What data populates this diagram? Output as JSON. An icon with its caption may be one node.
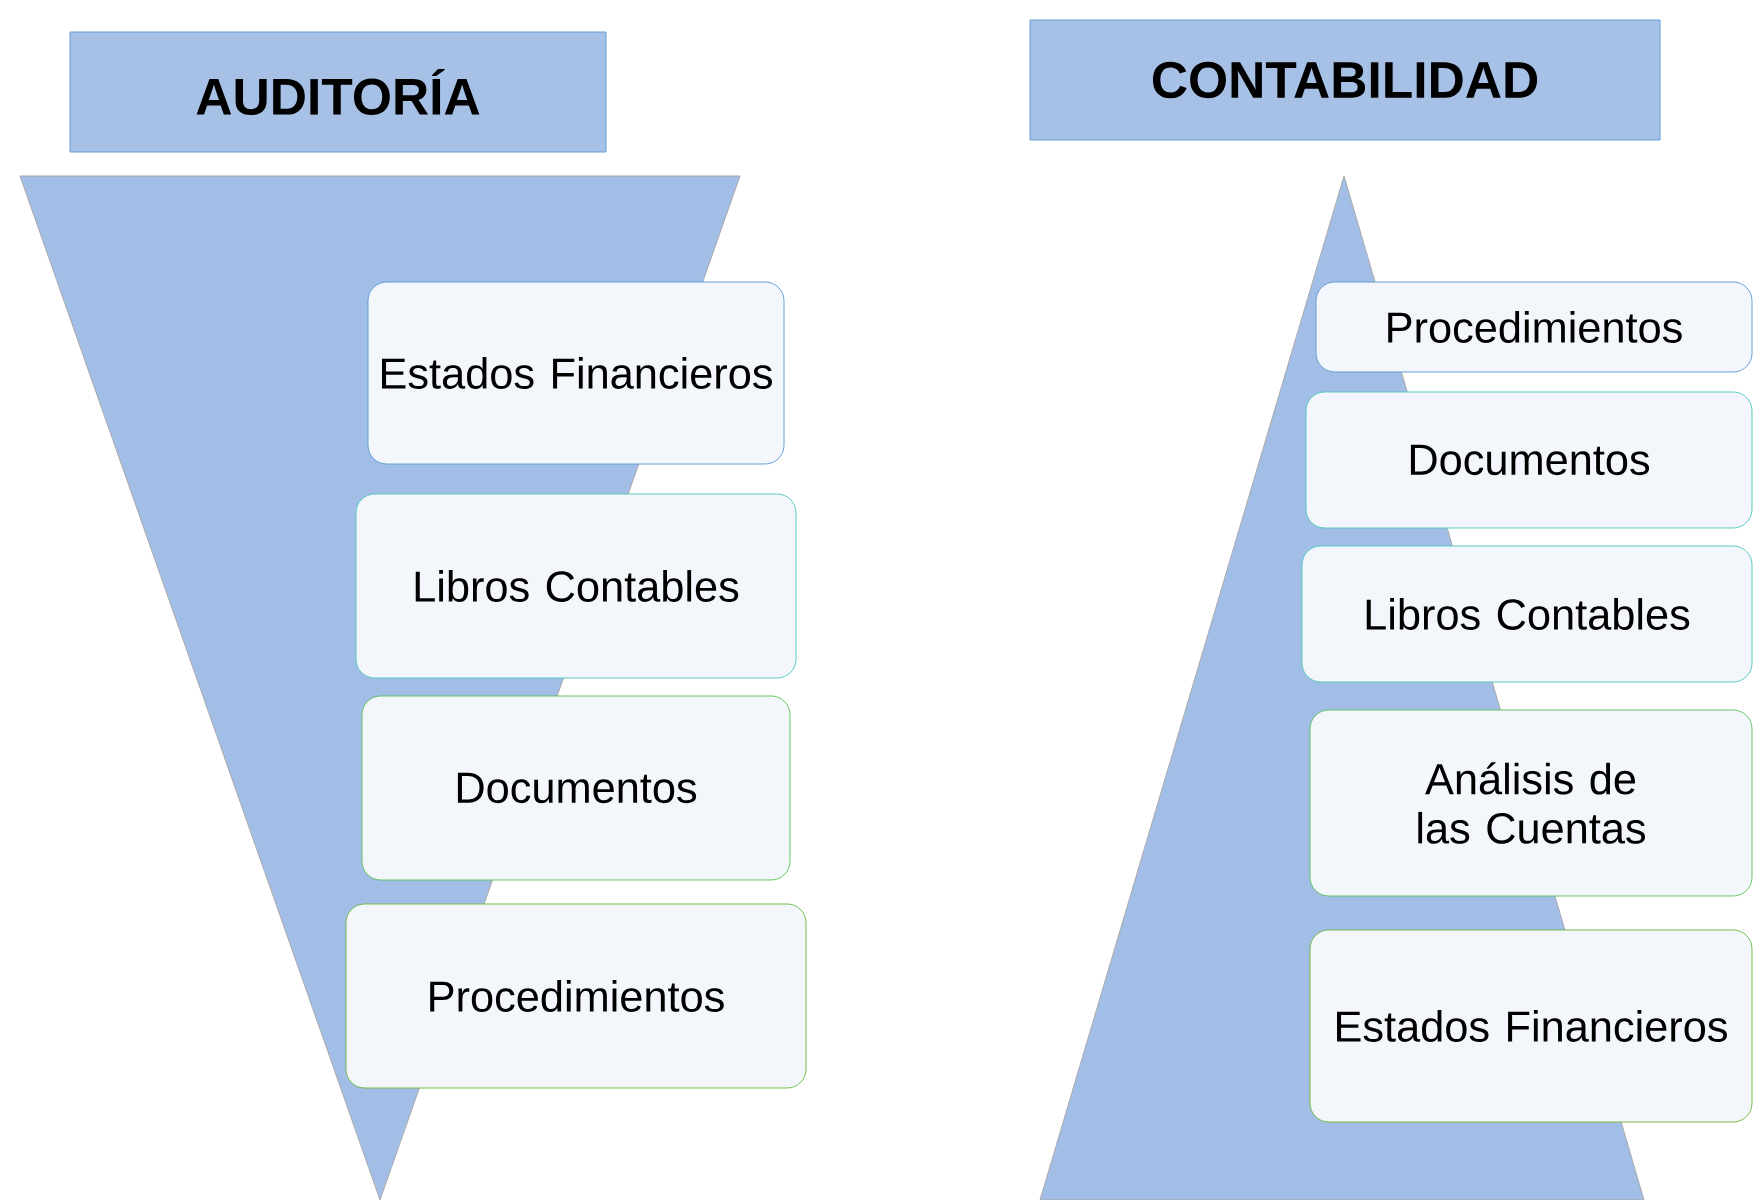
{
  "diagram": {
    "nodes": [
      {
        "text": [
          "AUDITORÍA"
        ]
      },
      {
        "text": [],
        "shape": "triangle"
      },
      {
        "text": [
          "Estados Financieros"
        ]
      },
      {
        "text": [
          "Libros Contables"
        ]
      },
      {
        "text": [
          "Documentos"
        ]
      },
      {
        "text": [
          "Procedimientos"
        ]
      },
      {
        "text": [
          "CONTABILIDAD"
        ]
      },
      {
        "text": [],
        "shape": "triangle"
      },
      {
        "text": [
          "Procedimientos"
        ]
      },
      {
        "text": [
          "Documentos"
        ]
      },
      {
        "text": [
          "Libros Contables"
        ]
      },
      {
        "text": [
          "Análisis de las Cuentas"
        ]
      },
      {
        "text": [
          "Estados Financieros"
        ]
      }
    ]
  }
}
